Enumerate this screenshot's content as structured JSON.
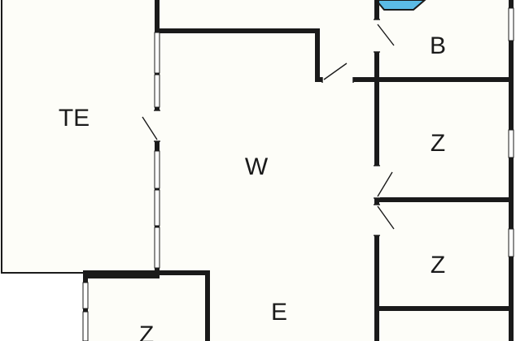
{
  "floorplan": {
    "rooms": [
      {
        "id": "terrace",
        "label": "TE"
      },
      {
        "id": "living",
        "label": "W"
      },
      {
        "id": "entrance",
        "label": "E"
      },
      {
        "id": "bath",
        "label": "B"
      },
      {
        "id": "bedroom_1",
        "label": "Z"
      },
      {
        "id": "bedroom_2",
        "label": "Z"
      },
      {
        "id": "bedroom_3",
        "label": "Z"
      }
    ]
  },
  "colors": {
    "floor": "#fdfdf8",
    "wall": "#1a1a1a",
    "window": "#ffffff",
    "water": "#5bbbe6"
  }
}
